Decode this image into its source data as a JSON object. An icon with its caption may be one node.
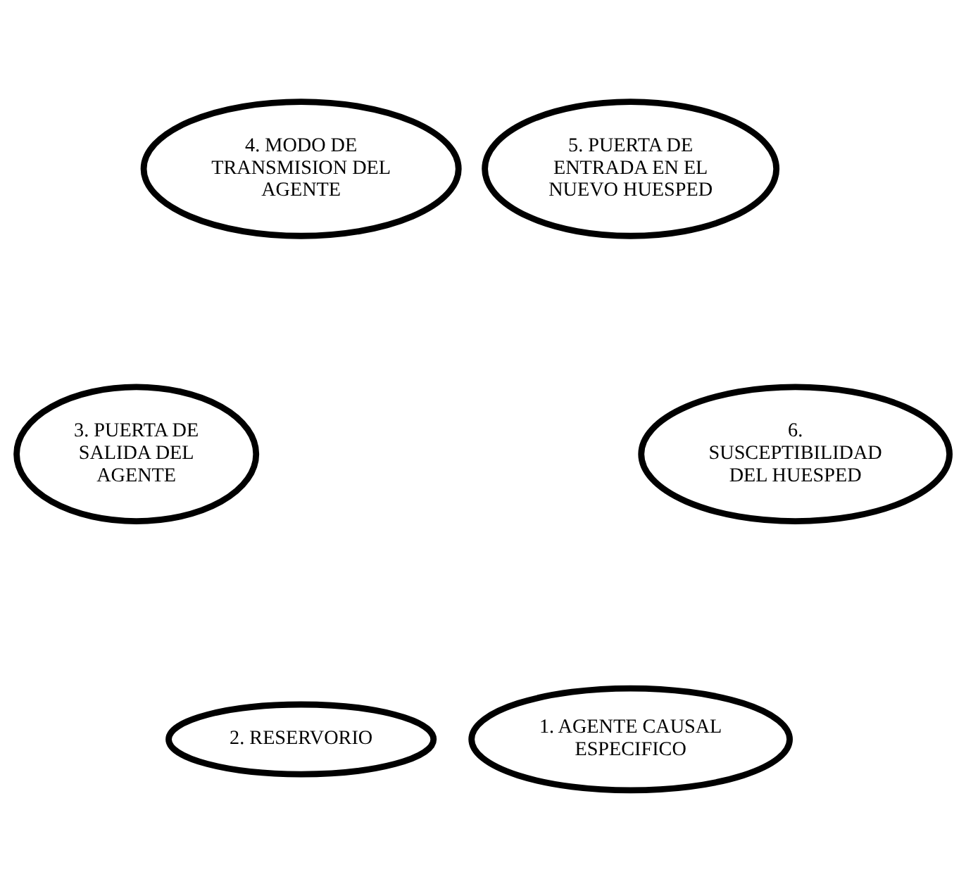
{
  "diagram": {
    "nodes": [
      {
        "text": [
          "1. AGENTE CAUSAL ESPECIFICO"
        ]
      },
      {
        "text": [
          "2. RESERVORIO"
        ]
      },
      {
        "text": [
          "3. PUERTA DE SALIDA DEL AGENTE"
        ]
      },
      {
        "text": [
          "4. MODO DE TRANSMISION DEL AGENTE"
        ]
      },
      {
        "text": [
          "5. PUERTA DE ENTRADA EN EL NUEVO HUESPED"
        ]
      },
      {
        "text": [
          "6. SUSCEPTIBILIDAD DEL HUESPED"
        ]
      }
    ]
  }
}
